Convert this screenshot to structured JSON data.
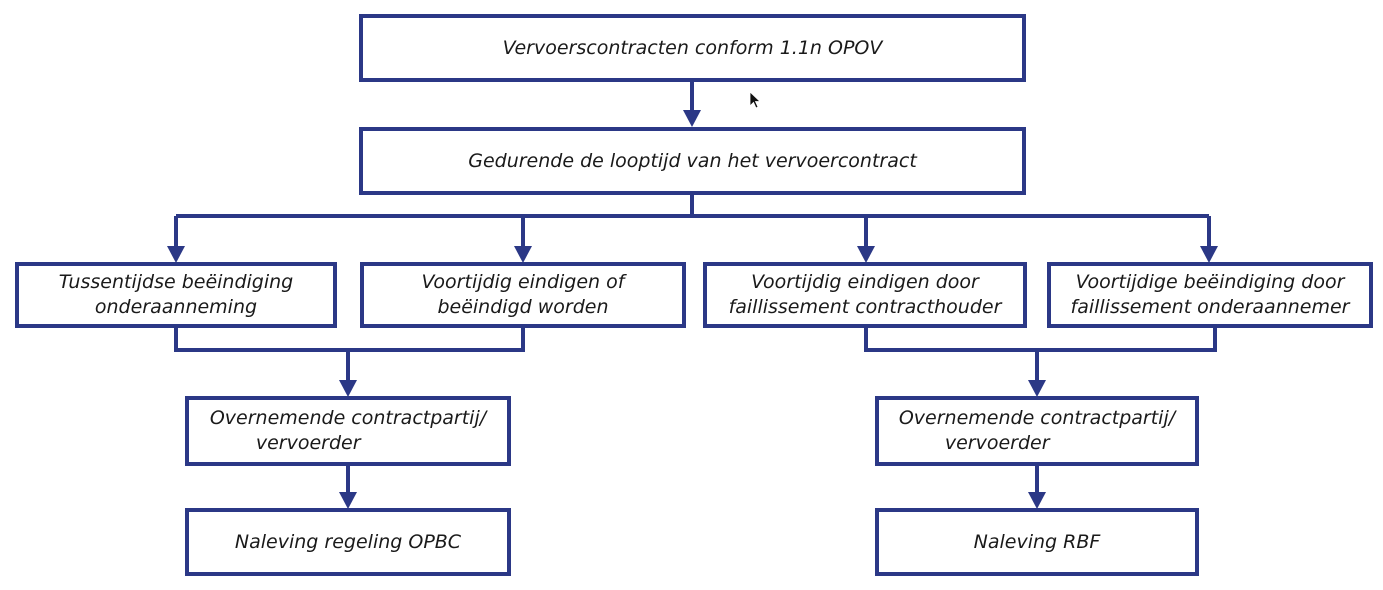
{
  "diagram": {
    "top": {
      "line1": "Vervoerscontracten conform 1.1n OPOV"
    },
    "during": {
      "line1": "Gedurende de looptijd van het vervoercontract"
    },
    "b1": {
      "line1": "Tussentijdse beëindiging",
      "line2": "onderaanneming"
    },
    "b2": {
      "line1": "Voortijdig eindigen of",
      "line2": "beëindigd worden"
    },
    "b3": {
      "line1": "Voortijdig eindigen door",
      "line2": "faillissement contracthouder"
    },
    "b4": {
      "line1": "Voortijdige beëindiging door",
      "line2": "faillissement onderaannemer"
    },
    "left_party": {
      "line1": "Overnemende contractpartij/",
      "line2": "vervoerder"
    },
    "right_party": {
      "line1": "Overnemende contractpartij/",
      "line2": "vervoerder"
    },
    "left_result": {
      "line1": "Naleving regeling OPBC"
    },
    "right_result": {
      "line1": "Naleving RBF"
    }
  },
  "colors": {
    "line": "#2b3886",
    "text": "#1a1a1a"
  }
}
